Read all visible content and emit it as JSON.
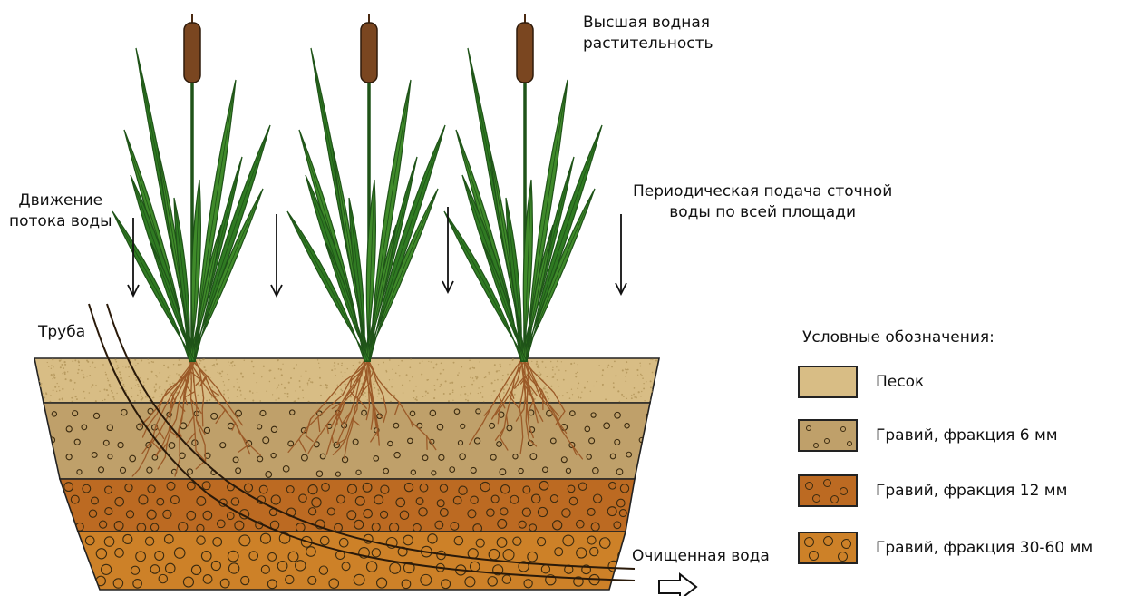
{
  "labels": {
    "plants": "Высшая водная\nрастительность",
    "flow": "Движение\nпотока воды",
    "supply": "Периодическая подача сточной\nводы по всей площади",
    "pipe": "Труба",
    "outflow": "Очищенная вода"
  },
  "legend": {
    "title": "Условные обозначения:",
    "items": [
      {
        "label": "Песок",
        "color": "#d8bd85"
      },
      {
        "label": "Гравий, фракция 6 мм",
        "color": "#bfa06a"
      },
      {
        "label": "Гравий, фракция 12 мм",
        "color": "#bc6a22"
      },
      {
        "label": "Гравий, фракция 30-60 мм",
        "color": "#cd8128"
      }
    ]
  },
  "colors": {
    "leaf": "#3f8a2a",
    "leaf_dark": "#1f5318",
    "cattail": "#7a4620",
    "root": "#9b5a28",
    "outline": "#222222"
  }
}
